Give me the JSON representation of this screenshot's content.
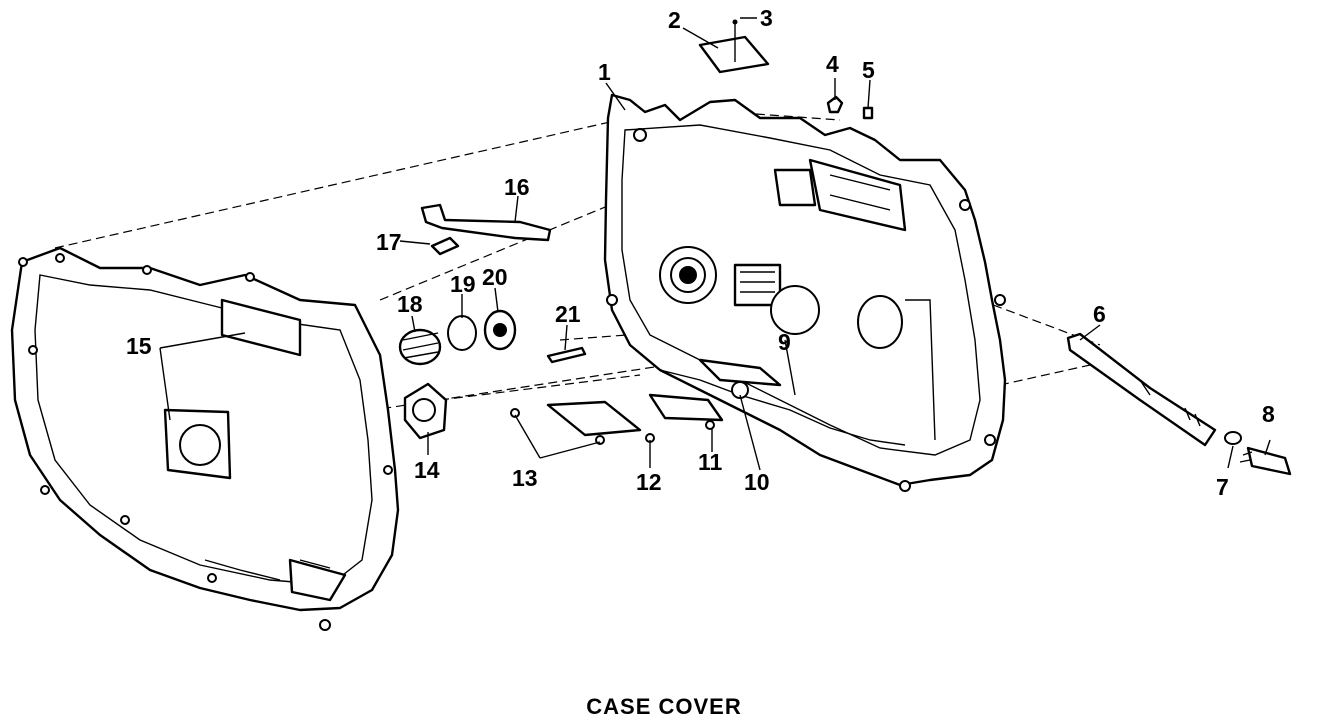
{
  "caption": "CASE COVER",
  "callouts": [
    {
      "id": "1",
      "text": "1"
    },
    {
      "id": "2",
      "text": "2"
    },
    {
      "id": "3",
      "text": "3"
    },
    {
      "id": "4",
      "text": "4"
    },
    {
      "id": "5",
      "text": "5"
    },
    {
      "id": "6",
      "text": "6"
    },
    {
      "id": "7",
      "text": "7"
    },
    {
      "id": "8",
      "text": "8"
    },
    {
      "id": "9",
      "text": "9"
    },
    {
      "id": "10",
      "text": "10"
    },
    {
      "id": "11",
      "text": "11"
    },
    {
      "id": "12",
      "text": "12"
    },
    {
      "id": "13",
      "text": "13"
    },
    {
      "id": "14",
      "text": "14"
    },
    {
      "id": "15",
      "text": "15"
    },
    {
      "id": "16",
      "text": "16"
    },
    {
      "id": "17",
      "text": "17"
    },
    {
      "id": "18",
      "text": "18"
    },
    {
      "id": "19",
      "text": "19"
    },
    {
      "id": "20",
      "text": "20"
    },
    {
      "id": "21",
      "text": "21"
    }
  ]
}
